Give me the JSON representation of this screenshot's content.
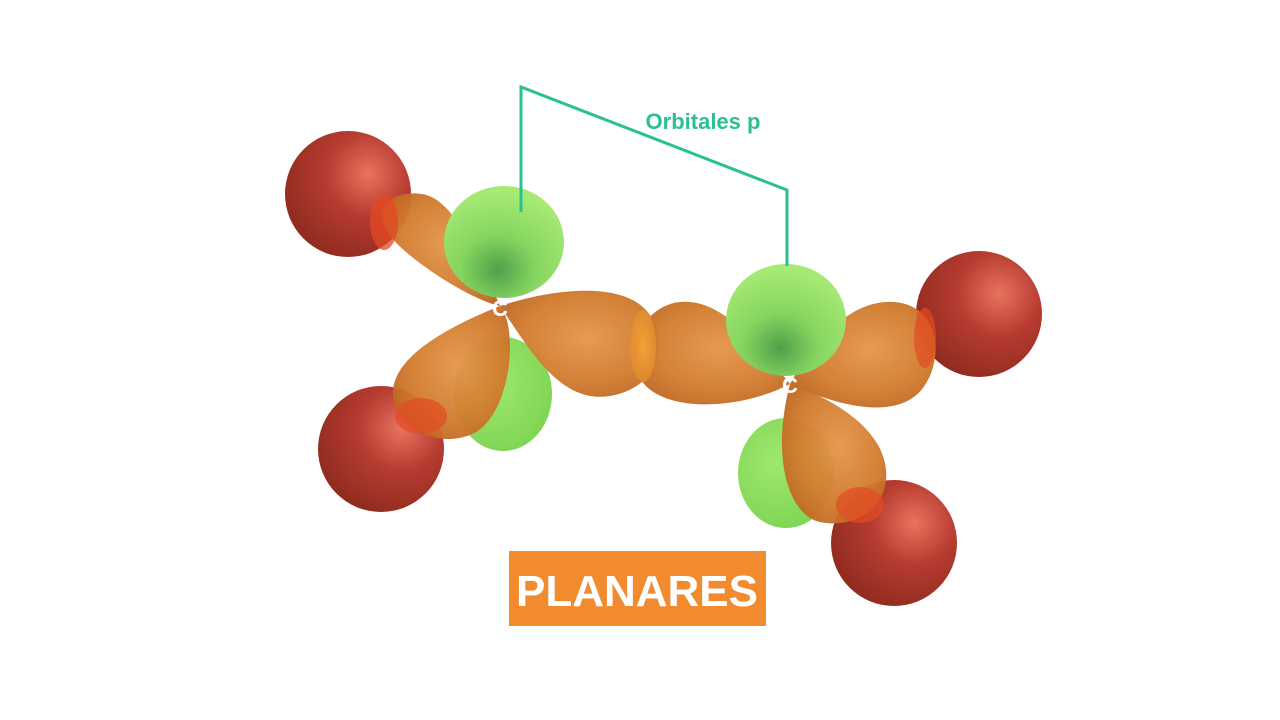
{
  "diagram": {
    "callout_label": "Orbitales p",
    "banner_label": "PLANARES",
    "atoms": [
      {
        "label": "C"
      },
      {
        "label": "C"
      }
    ]
  },
  "colors": {
    "callout": "#2bbf94",
    "banner": "#f28a2e",
    "hydrogen": "#b53a2c",
    "sp2_orbital": "#d7832f",
    "p_orbital": "#8fe05a",
    "atom_label": "#ffffff"
  }
}
